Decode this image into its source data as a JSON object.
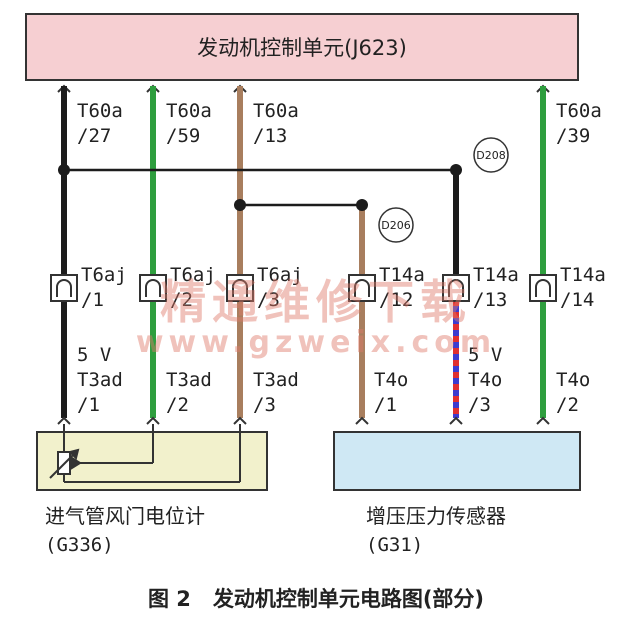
{
  "ecu": {
    "label": "发动机控制单元(J623)",
    "fill": "#f6cfd2"
  },
  "wire_colors": {
    "black": "#1c1c1c",
    "green": "#2e9e3e",
    "brown": "#a87e5e",
    "blue": "#3c3cd0",
    "red": "#e03030"
  },
  "pins": {
    "ecu_27": "T60a /27",
    "ecu_59": "T60a /59",
    "ecu_13": "T60a /13",
    "ecu_39": "T60a /39",
    "c1": "T6aj /1",
    "c2": "T6aj /2",
    "c3": "T6aj /3",
    "c4": "T14a /12",
    "c5": "T14a /13",
    "c6": "T14a /14",
    "s1": "5 V T3ad /1",
    "s2": "T3ad /2",
    "s3": "T3ad /3",
    "s4": "T4o /1",
    "s5": "5 V T4o /3",
    "s6": "T4o /2"
  },
  "splices": {
    "d208": "D208",
    "d206": "D206"
  },
  "components": {
    "g336_name": "进气管风门电位计",
    "g336_code": "(G336)",
    "g31_name": "增压压力传感器",
    "g31_code": "(G31)"
  },
  "watermark": {
    "line1": "精通维修下载",
    "line2": "www.gzweix.com"
  },
  "caption": "图 2   发动机控制单元电路图(部分)"
}
